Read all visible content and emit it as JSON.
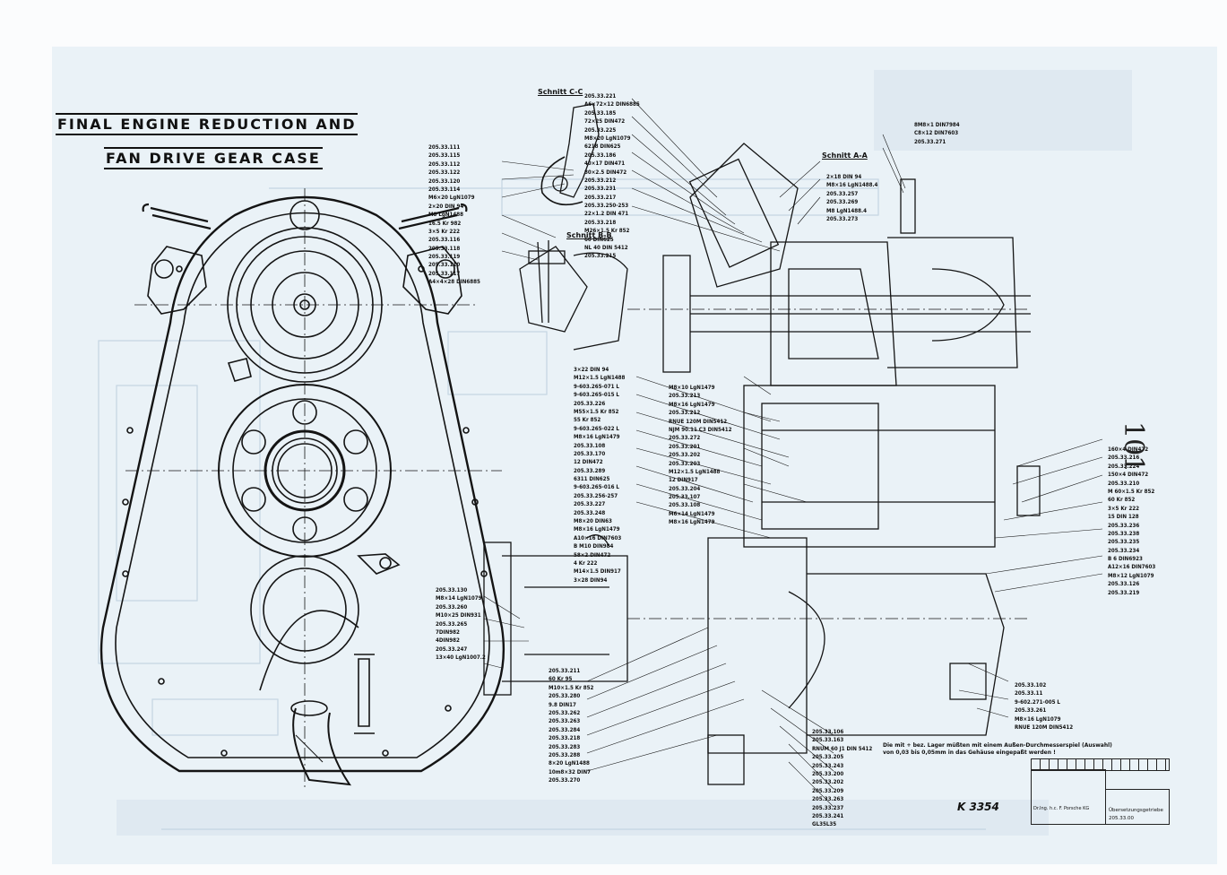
{
  "titles": {
    "line1": "FINAL ENGINE REDUCTION AND",
    "line2": "FAN DRIVE GEAR CASE"
  },
  "sections": {
    "c": "Schnitt C-C",
    "b": "Schnitt B-B",
    "a": "Schnitt A-A"
  },
  "drawing_number": "K 3354",
  "handwritten_number": "101",
  "title_block": {
    "name": "Übersetzungsgetriebe",
    "number": "205.33.00",
    "firm": "Dr.Ing. h.c. F. Porsche KG"
  },
  "note": {
    "line1": "Die mit + bez. Lager müßten mit einem Außen-Durchmesserspiel (Auswahl)",
    "line2": "von 0,03 bis 0,05mm in das Gehäuse eingepaßt werden !"
  },
  "labels": {
    "left_lower": [
      "205.33.130",
      "M8×14 LgN1079",
      "205.33.260",
      "M10×25 DIN931",
      "205.33.265",
      "7DIN982",
      "4DIN982",
      "205.33.247",
      "13×40 LgN1007.2"
    ],
    "c_top": [
      "205.33.111",
      "205.33.115",
      "205.33.112",
      "205.33.122",
      "205.33.120",
      "205.33.114",
      "M6×20 LgN1079",
      "2×20 DIN 94",
      "M8 LgN1488",
      "16.5 Kr 982",
      "3×5 Kr 222",
      "205.33.116",
      "205.33.118",
      "205.33.119",
      "205.33.110",
      "205.33.117",
      "A4×4×28 DIN6885"
    ],
    "top_mid": [
      "205.33.221",
      "A6×72×12 DIN6885",
      "205.33.185",
      "72×25 DIN472",
      "205.33.225",
      "M8×20 LgN1079",
      "6218 DIN625",
      "205.33.186",
      "40×17 DIN471",
      "80×2.5 DIN472",
      "205.33.212",
      "205.33.231",
      "205.33.217",
      "205.33.250-253",
      "22×1.2 DIN 471",
      "205.33.218",
      "M26×1.5 Kr 852",
      "60 DIN625",
      "NL 40 DIN 5412",
      "205.33.215"
    ],
    "a_right": [
      "8M8×1 DIN7984",
      "C8×12 DIN7603",
      "205.33.271"
    ],
    "a_mid": [
      "2×18 DIN 94",
      "M8×16 LgN1488.4",
      "205.33.257",
      "205.33.269",
      "M8 LgN1488.4",
      "205.33.273"
    ],
    "mid_left": [
      "3×22 DIN 94",
      "M12×1.5 LgN1488",
      "9-603.265-071 L",
      "9-603.265-015 L",
      "205.33.226",
      "M55×1.5 Kr 852",
      "55 Kr 852",
      "9-603.265-022 L",
      "M8×16 LgN1479",
      "205.33.108",
      "205.33.170",
      "12 DIN472",
      "205.33.289",
      "6311 DIN625",
      "9-603.265-016 L",
      "205.33.256-257",
      "205.33.227",
      "205.33.248",
      "M8×20 DIN63",
      "M8×16 LgN1479",
      "A10×16 DIN7603",
      "B M10 DIN984",
      "58×2 DIN472",
      "4 Kr 222",
      "M14×1.5 DIN917",
      "3×28 DIN94"
    ],
    "mid_center": [
      "M8×10 LgN1479",
      "205.33.213",
      "M8×16 LgN1479",
      "205.33.212",
      "RNUE 120M DIN5412",
      "NJM 90.11 C3 DIN5412",
      "205.33.272",
      "205.33.201",
      "205.33.202",
      "205.33.203",
      "M12×1.5 LgN1488",
      "12 DIN917",
      "205.33.204",
      "205.33.107",
      "205.33.108",
      "M6×14 LgN1479",
      "M8×16 LgN1479"
    ],
    "right": [
      "160×4 DIN472",
      "205.33.216",
      "205.33.224",
      "150×4 DIN472",
      "205.33.210",
      "M 60×1.5 Kr 852",
      "60 Kr 852",
      "3×5 Kr 222",
      "15 DIN 128",
      "205.33.236",
      "205.33.238",
      "205.33.235",
      "205.33.234",
      "B 6 DIN6923",
      "A12×16 DIN7603",
      "M8×12 LgN1079",
      "205.33.126",
      "205.33.219"
    ],
    "lower_mid": [
      "205.33.211",
      "60 Kr 95",
      "M10×1.5 Kr 852",
      "205.33.280",
      "9.8 DIN17",
      "205.33.262",
      "205.33.263",
      "205.33.284",
      "205.33.218",
      "205.33.283",
      "205.33.288",
      "8×20 LgN1488",
      "10m8×32 DIN7",
      "205.33.270"
    ],
    "bottom_center": [
      "205.33.106",
      "205.33.163",
      "RNUM 60 J1 DIN 5412",
      "205.33.205",
      "205.33.243",
      "205.33.200",
      "205.33.202",
      "205.33.209",
      "205.33.263",
      "205.33.237",
      "205.33.241",
      "GL35L35"
    ],
    "bottom_right": [
      "205.33.102",
      "205.33.11",
      "9-602.271-005 L",
      "205.33.261",
      "M8×16 LgN1079",
      "RNUE 120M DIN5412"
    ]
  },
  "colors": {
    "ink": "#111111",
    "paper": "#eaf2f7",
    "ghost": "#c4d5e2"
  }
}
